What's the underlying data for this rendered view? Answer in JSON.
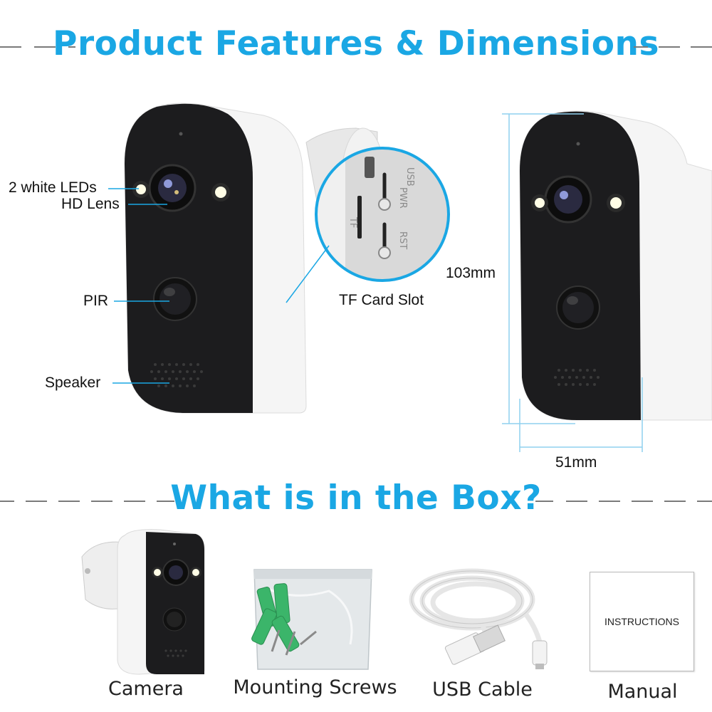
{
  "section_features": {
    "title": "Product Features & Dimensions",
    "labels": {
      "leds": "2 white LEDs",
      "lens": "HD Lens",
      "pir": "PIR",
      "speaker": "Speaker",
      "tf_slot": "TF Card Slot"
    },
    "slot_markings": {
      "usb": "USB",
      "pwr": "PWR",
      "rst": "RST",
      "tf": "TF"
    },
    "dimensions": {
      "height": "103mm",
      "width": "51mm"
    }
  },
  "section_box": {
    "title": "What is in the Box?",
    "items": [
      {
        "label": "Camera",
        "icon": "camera-icon"
      },
      {
        "label": "Mounting Screws",
        "icon": "screws-bag-icon"
      },
      {
        "label": "USB Cable",
        "icon": "usb-cable-icon"
      },
      {
        "label": "Manual",
        "icon": "manual-icon"
      }
    ],
    "manual_cover_text": "INSTRUCTIONS"
  },
  "colors": {
    "accent": "#1aa7e4",
    "dimension_line": "#8fd0ef",
    "camera_face": "#1c1c1e",
    "camera_body": "#f4f4f4"
  }
}
